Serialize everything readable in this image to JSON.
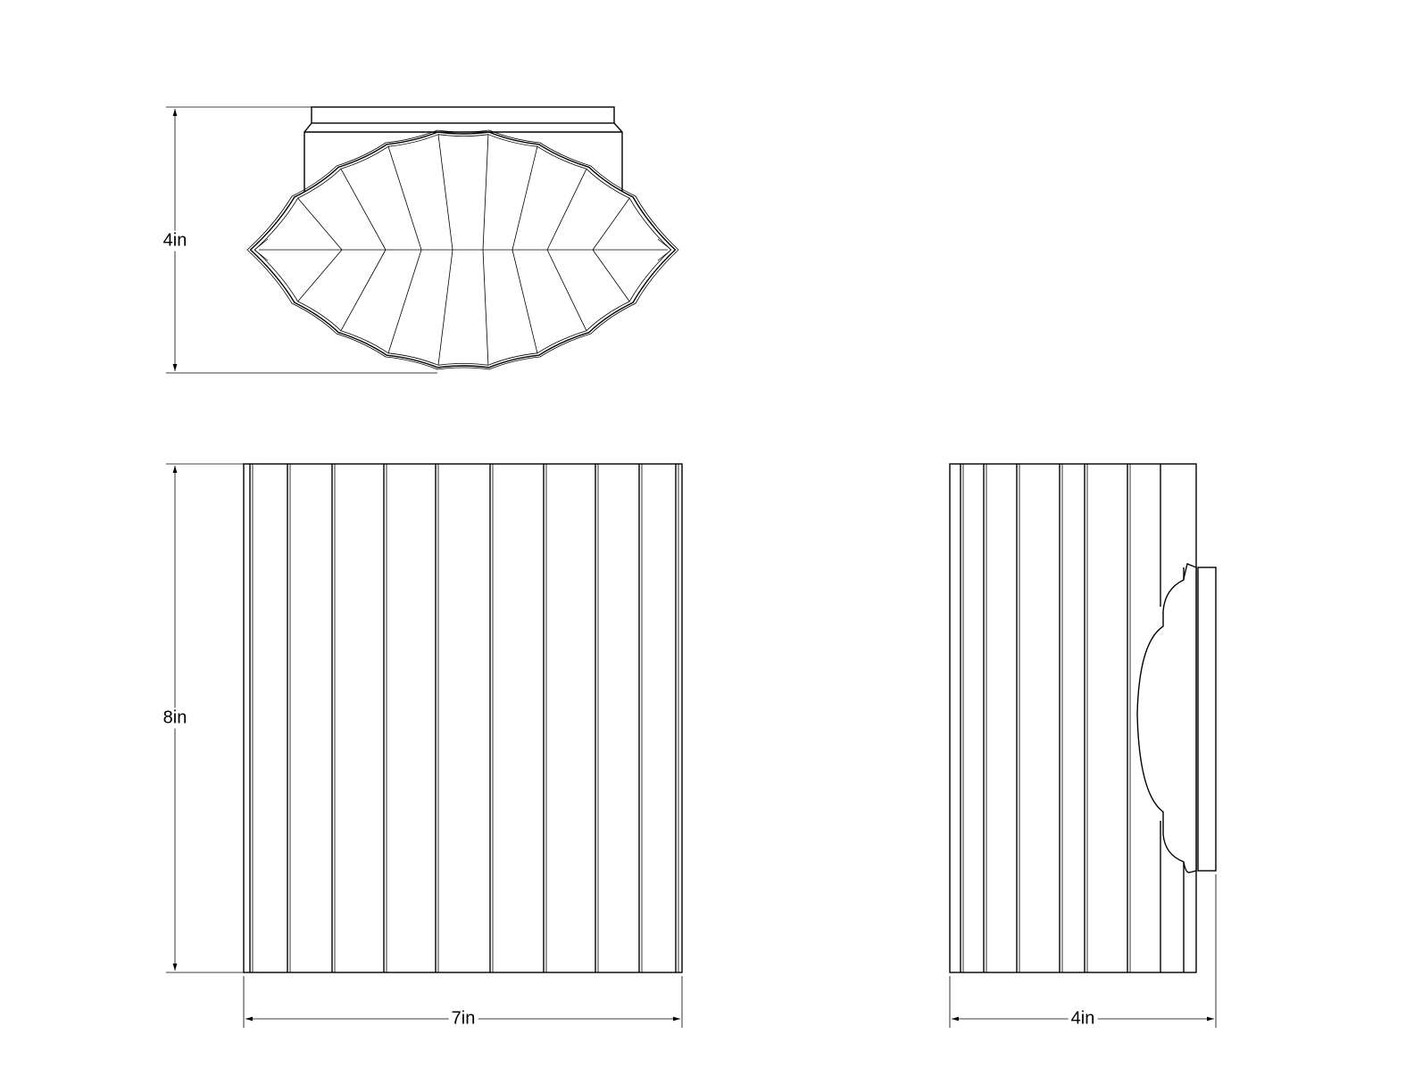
{
  "drawing": {
    "top_view": {
      "height_label": "4in"
    },
    "front_view": {
      "height_label": "8in",
      "width_label": "7in"
    },
    "side_view": {
      "depth_label": "4in"
    }
  }
}
